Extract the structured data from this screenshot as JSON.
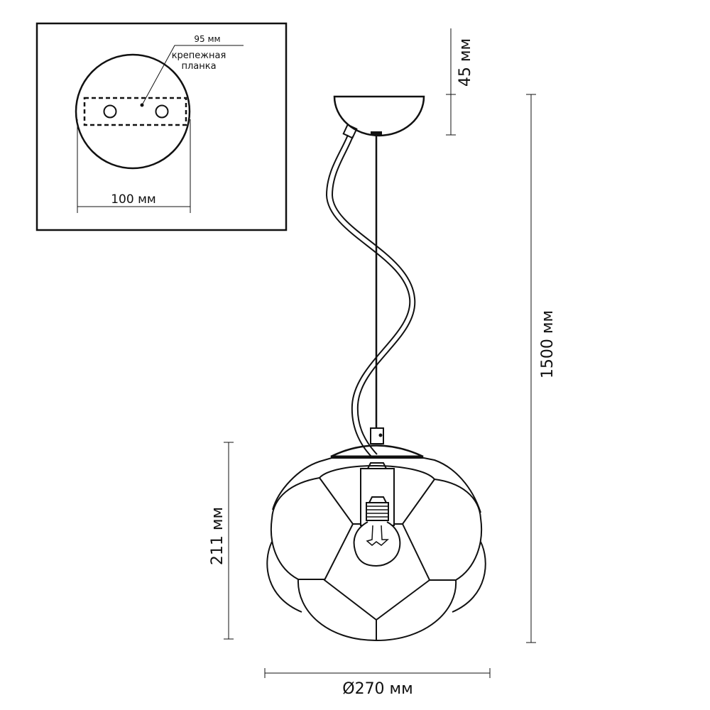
{
  "inset": {
    "plate_width_label": "95 мм",
    "plate_label_line1": "крепежная",
    "plate_label_line2": "планка",
    "canopy_diameter_label": "100 мм"
  },
  "dimensions": {
    "canopy_height": "45 мм",
    "total_height": "1500 мм",
    "shade_height": "211 мм",
    "shade_diameter": "Ø270 мм"
  },
  "colors": {
    "line": "#111111",
    "background": "#ffffff"
  }
}
